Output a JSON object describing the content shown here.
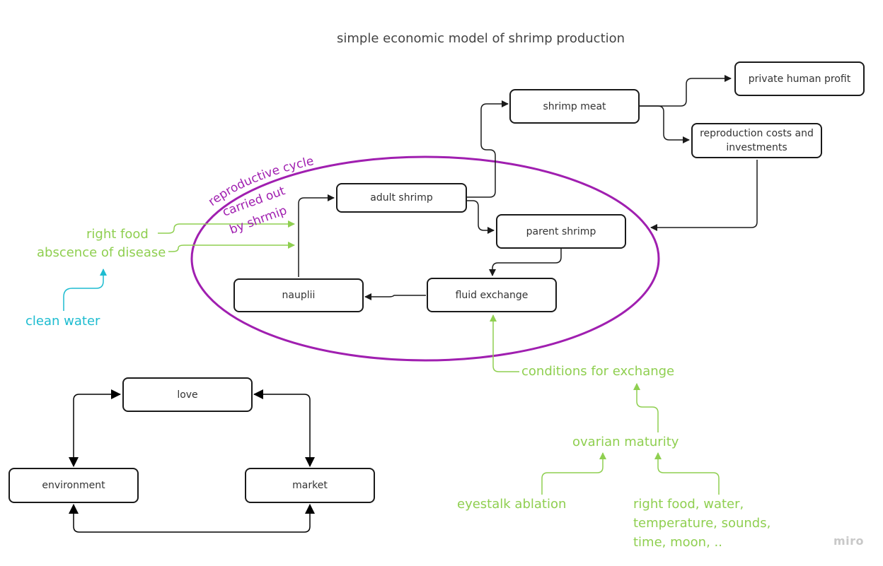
{
  "title": "simple economic model of shrimp production",
  "watermark": "miro",
  "nodes": {
    "shrimp_meat": "shrimp meat",
    "private_human_profit": "private human profit",
    "reproduction_costs": "reproduction costs and investments",
    "adult_shrimp": "adult shrimp",
    "parent_shrimp": "parent shrimp",
    "nauplii": "nauplii",
    "fluid_exchange": "fluid exchange",
    "love": "love",
    "environment": "environment",
    "market": "market"
  },
  "annotations": {
    "right_food": "right food",
    "absence_of_disease": "abscence of disease",
    "clean_water": "clean water",
    "conditions_for_exchange": "conditions for exchange",
    "ovarian_maturity": "ovarian maturity",
    "eyestalk_ablation": "eyestalk ablation",
    "right_food_water": "right food, water, temperature, sounds, time, moon, ..",
    "reproductive_cycle": "reproductive cycle carried out by shrmip"
  },
  "colors": {
    "box_border": "#1a1a1a",
    "arrow": "#1a1a1a",
    "green_annotation": "#8fcf50",
    "cyan_annotation": "#1dbcd0",
    "purple_ellipse": "#a01fb0"
  }
}
